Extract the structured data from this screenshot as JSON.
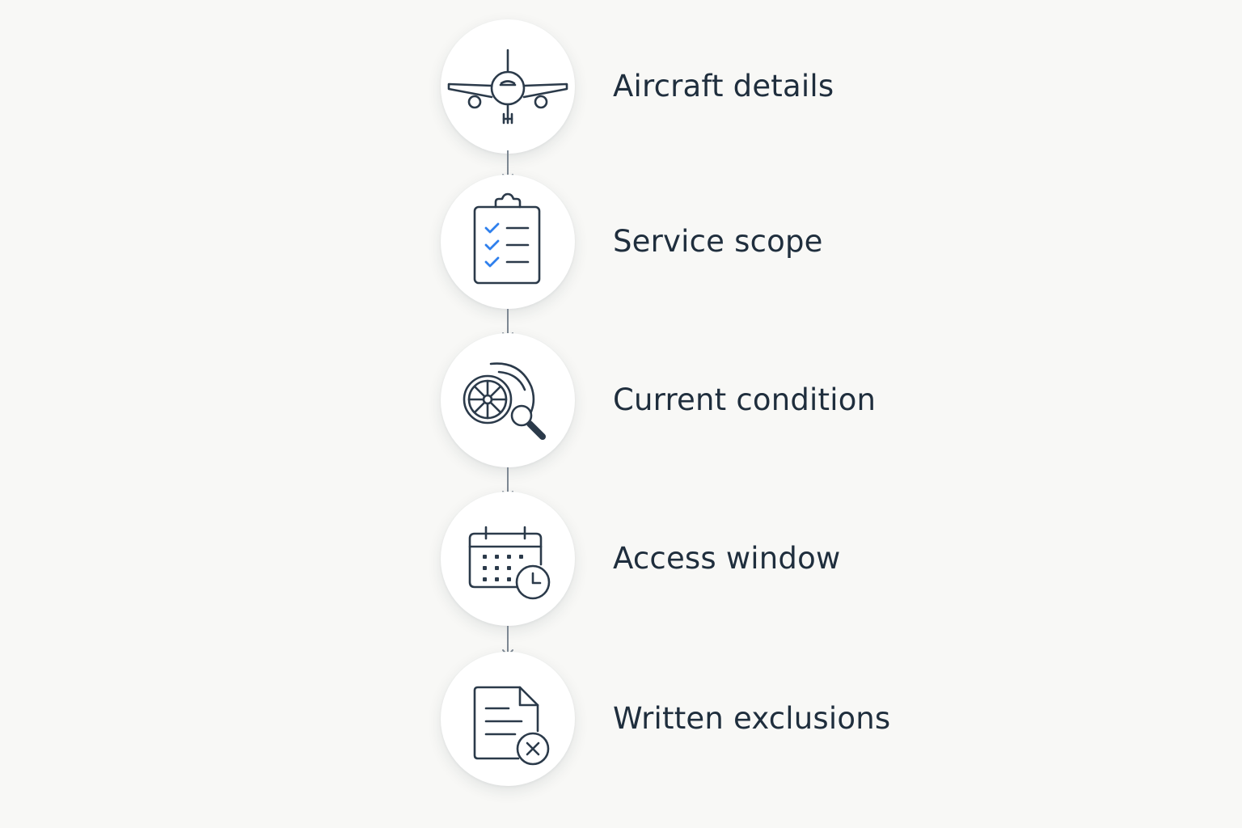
{
  "steps": [
    {
      "id": "aircraft-details",
      "label": "Aircraft details",
      "icon": "airplane-icon"
    },
    {
      "id": "service-scope",
      "label": "Service scope",
      "icon": "clipboard-checklist-icon"
    },
    {
      "id": "current-condition",
      "label": "Current condition",
      "icon": "engine-inspection-icon"
    },
    {
      "id": "access-window",
      "label": "Access window",
      "icon": "calendar-clock-icon"
    },
    {
      "id": "written-exclusions",
      "label": "Written exclusions",
      "icon": "document-exclusion-icon"
    }
  ],
  "colors": {
    "background": "#f8f8f6",
    "circle": "#ffffff",
    "icon_stroke": "#2b3a4a",
    "accent_check": "#2f80ed",
    "connector": "#7d8893",
    "text": "#1f2e3d"
  }
}
